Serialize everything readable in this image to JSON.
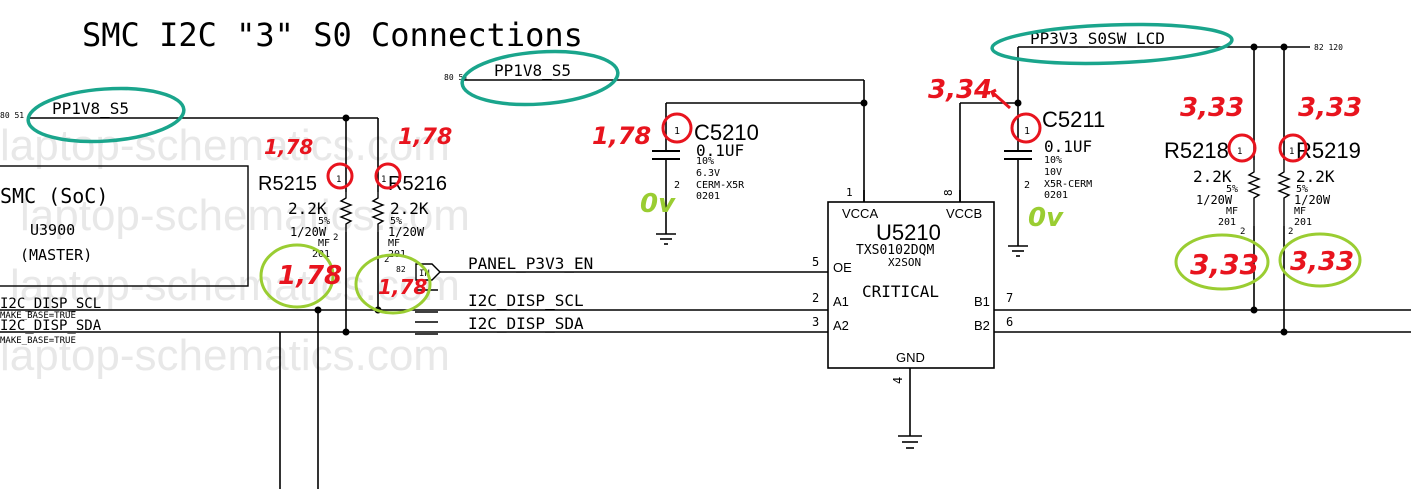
{
  "title": "SMC I2C \"3\" S0 Connections",
  "watermark": "laptop-schematics.com",
  "rails": {
    "left": {
      "name": "PP1V8_S5",
      "refs": "80 51"
    },
    "mid": {
      "name": "PP1V8_S5",
      "refs": "80 51"
    },
    "right": {
      "name": "PP3V3_S0SW_LCD",
      "refs": "82 120"
    }
  },
  "smc": {
    "name": "SMC (SoC)",
    "ref": "U3900",
    "role": "(MASTER)"
  },
  "r5215": {
    "ref": "R5215",
    "pin1": "1",
    "pin2": "2",
    "value": "2.2K",
    "tol": "5%",
    "power": "1/20W",
    "type": "MF",
    "size": "201"
  },
  "r5216": {
    "ref": "R5216",
    "pin1": "1",
    "pin2": "2",
    "value": "2.2K",
    "tol": "5%",
    "power": "1/20W",
    "type": "MF",
    "size": "201"
  },
  "r5218": {
    "ref": "R5218",
    "pin1": "1",
    "pin2": "2",
    "value": "2.2K",
    "tol": "5%",
    "power": "1/20W",
    "type": "MF",
    "size": "201"
  },
  "r5219": {
    "ref": "R5219",
    "pin1": "1",
    "pin2": "2",
    "value": "2.2K",
    "tol": "5%",
    "power": "1/20W",
    "type": "MF",
    "size": "201"
  },
  "c5210": {
    "ref": "C5210",
    "pin1": "1",
    "pin2": "2",
    "value": "0.1UF",
    "tol": "10%",
    "voltage": "6.3V",
    "dielectric": "CERM-X5R",
    "size": "0201"
  },
  "c5211": {
    "ref": "C5211",
    "pin1": "1",
    "pin2": "2",
    "value": "0.1UF",
    "tol": "10%",
    "voltage": "10V",
    "dielectric": "X5R-CERM",
    "size": "0201"
  },
  "u5210": {
    "ref": "U5210",
    "part": "TXS0102DQM",
    "pkg": "X2SON",
    "note": "CRITICAL",
    "vcca": "VCCA",
    "vccb": "VCCB",
    "oe": "OE",
    "a1": "A1",
    "a2": "A2",
    "b1": "B1",
    "b2": "B2",
    "gnd": "GND",
    "pin_vcca": "1",
    "pin_vccb": "8",
    "pin_oe": "5",
    "pin_a1": "2",
    "pin_a2": "3",
    "pin_b1": "7",
    "pin_b2": "6",
    "pin_gnd": "4"
  },
  "nets": {
    "panel_en": "PANEL_P3V3_EN",
    "en_ref": "82",
    "en_tag": "IN",
    "scl": "I2C_DISP_SCL",
    "sda": "I2C_DISP_SDA",
    "make_base": "MAKE_BASE=TRUE"
  },
  "annotations": {
    "r5215_pin1": "1,78",
    "r5216_pin1": "1,78",
    "c5210_pin1": "1,78",
    "c5211_pin1": "3,34",
    "r5218_pin1": "3,33",
    "r5219_pin1": "3,33",
    "r5215_pin2": "1,78",
    "r5216_pin2": "1,78",
    "r5218_pin2": "3,33",
    "r5219_pin2": "3,33",
    "c5210_pin2": "0v",
    "c5211_pin2": "0v"
  },
  "colors": {
    "ink": "#000000",
    "red_mark": "#e8141e",
    "green_mark": "#9acd32",
    "teal_mark": "#1aa58c"
  }
}
